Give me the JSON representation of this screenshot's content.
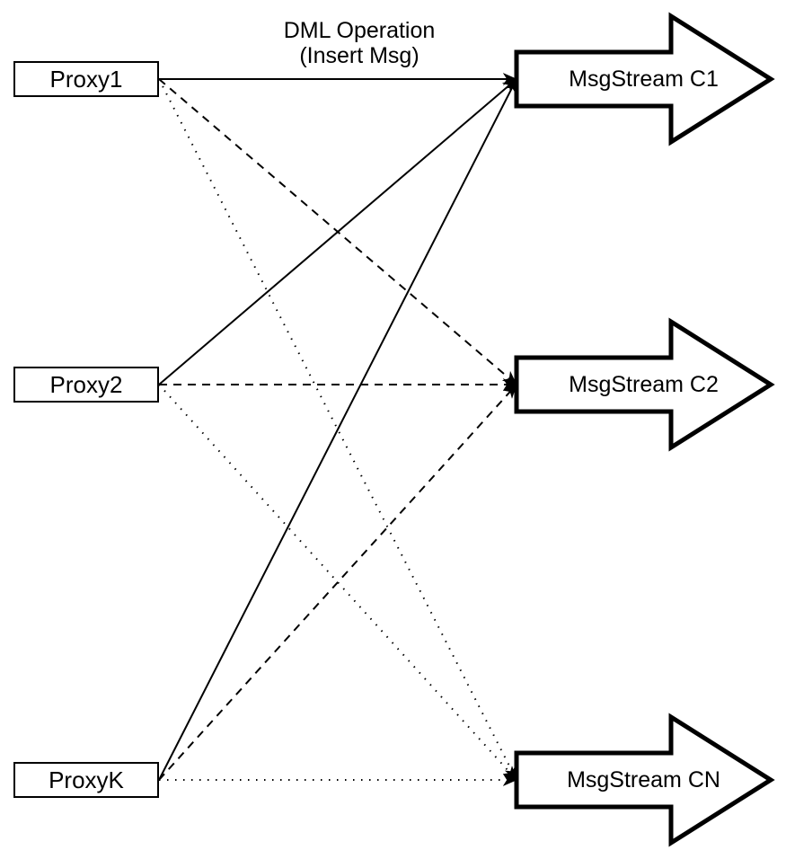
{
  "diagram": {
    "title": {
      "line1": "DML Operation",
      "line2": "(Insert Msg)"
    },
    "colors": {
      "stroke": "#000000",
      "fill": "#ffffff"
    },
    "proxies": [
      {
        "id": "proxy1",
        "label": "Proxy1"
      },
      {
        "id": "proxy2",
        "label": "Proxy2"
      },
      {
        "id": "proxyk",
        "label": "ProxyK"
      }
    ],
    "streams": [
      {
        "id": "c1",
        "label": "MsgStream C1"
      },
      {
        "id": "c2",
        "label": "MsgStream C2"
      },
      {
        "id": "cn",
        "label": "MsgStream CN"
      }
    ],
    "edges": [
      {
        "from": "proxy1",
        "to": "c1",
        "style": "solid"
      },
      {
        "from": "proxy1",
        "to": "c2",
        "style": "dashed"
      },
      {
        "from": "proxy1",
        "to": "cn",
        "style": "dotted"
      },
      {
        "from": "proxy2",
        "to": "c1",
        "style": "solid"
      },
      {
        "from": "proxy2",
        "to": "c2",
        "style": "dashed"
      },
      {
        "from": "proxy2",
        "to": "cn",
        "style": "dotted"
      },
      {
        "from": "proxyk",
        "to": "c1",
        "style": "solid"
      },
      {
        "from": "proxyk",
        "to": "c2",
        "style": "dashed"
      },
      {
        "from": "proxyk",
        "to": "cn",
        "style": "dotted"
      }
    ]
  }
}
